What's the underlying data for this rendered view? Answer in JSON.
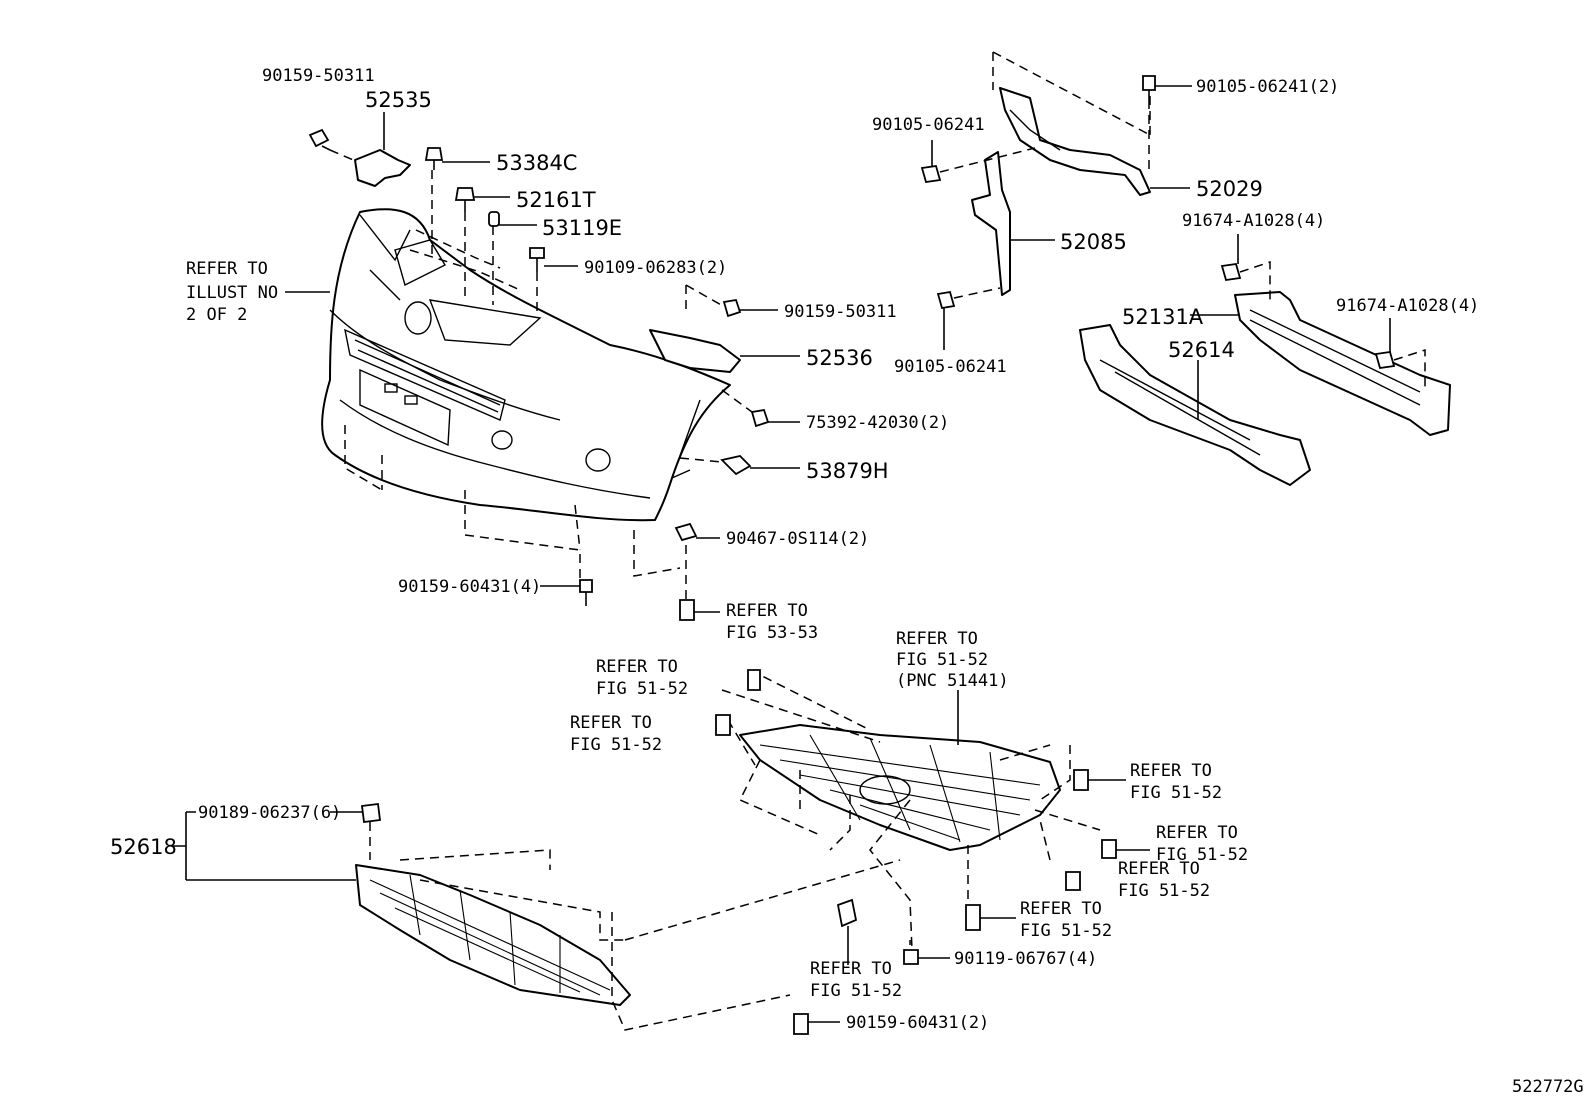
{
  "diagram": {
    "catalog_code": "522772G",
    "labels": {
      "p90159_50311_top": "90159-50311",
      "p52535": "52535",
      "p53384C": "53384C",
      "p52161T": "52161T",
      "p53119E": "53119E",
      "p90109_06283": "90109-06283(2)",
      "p90159_50311_mid": "90159-50311",
      "p52536": "52536",
      "p75392_42030": "75392-42030(2)",
      "p53879H": "53879H",
      "p90467_0S114": "90467-0S114(2)",
      "p90159_60431_4": "90159-60431(4)",
      "p90105_06241_2": "90105-06241(2)",
      "p90105_06241_a": "90105-06241",
      "p52029": "52029",
      "p52085": "52085",
      "p90105_06241_b": "90105-06241",
      "p91674_A1028_top": "91674-A1028(4)",
      "p91674_A1028_right": "91674-A1028(4)",
      "p52131A": "52131A",
      "p52614": "52614",
      "p90189_06237": "90189-06237(6)",
      "p52618": "52618",
      "p90119_06767": "90119-06767(4)",
      "p90159_60431_2": "90159-60431(2)"
    },
    "refer_illust": [
      "REFER TO",
      "ILLUST NO",
      "2 OF 2"
    ],
    "refer_fig_53_53": [
      "REFER TO",
      "FIG 53-53"
    ],
    "refer_fig_51_52_pnc": [
      "REFER TO",
      "FIG 51-52",
      "(PNC 51441)"
    ],
    "refer_fig_51_52": [
      "REFER TO",
      "FIG 51-52"
    ]
  }
}
